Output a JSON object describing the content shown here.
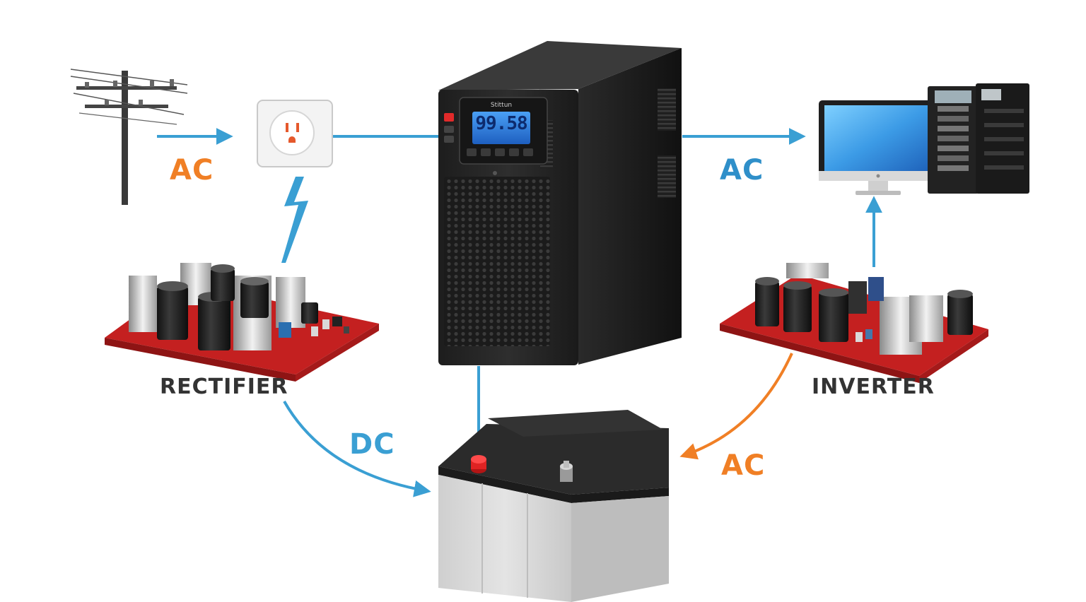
{
  "diagram": {
    "labels": {
      "ac_grid": "AC",
      "ac_output": "AC",
      "dc_to_battery": "DC",
      "ac_from_inverter": "AC",
      "rectifier": "RECTIFIER",
      "inverter": "INVERTER"
    },
    "ups_display": {
      "brand": "Stittun",
      "readout": "99.58"
    },
    "colors": {
      "blue_flow": "#3a9fd3",
      "orange_flow": "#f07f25",
      "ac_label_orange": "#f07f25",
      "ac_label_blue": "#2f8fc9",
      "pcb_red": "#c42020",
      "ups_body": "#262626",
      "lcd": "#2f7fe0",
      "battery_case": "#d6d6d6"
    },
    "icons": [
      "utility-pole-icon",
      "wall-outlet-icon",
      "lightning-bolt-icon",
      "ups-tower-icon",
      "rectifier-board-icon",
      "inverter-board-icon",
      "battery-icon",
      "computer-monitor-icon",
      "server-rack-icon"
    ]
  }
}
